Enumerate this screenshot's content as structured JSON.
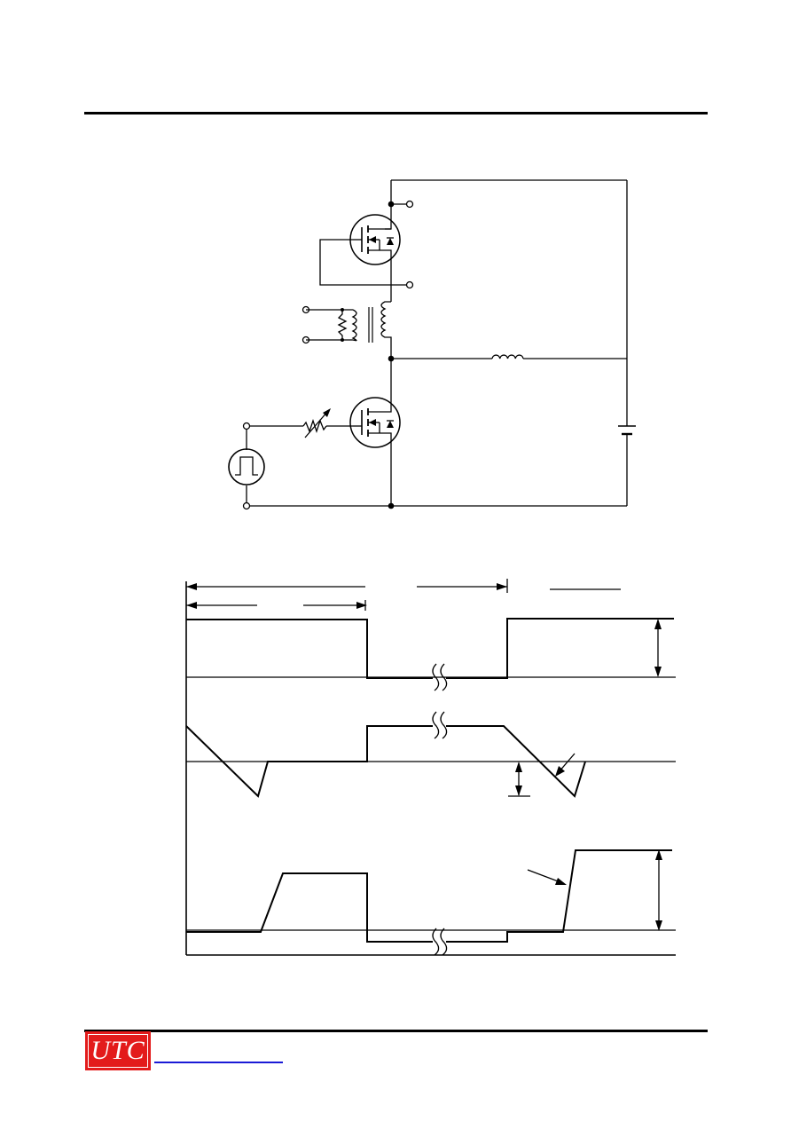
{
  "footer": {
    "logo_text": "UTC",
    "brand_color": "#e31b1b",
    "link_color": "#1a1ad6"
  },
  "figures": {
    "circuit": "test-circuit-schematic",
    "waveforms": "switching-waveforms"
  }
}
